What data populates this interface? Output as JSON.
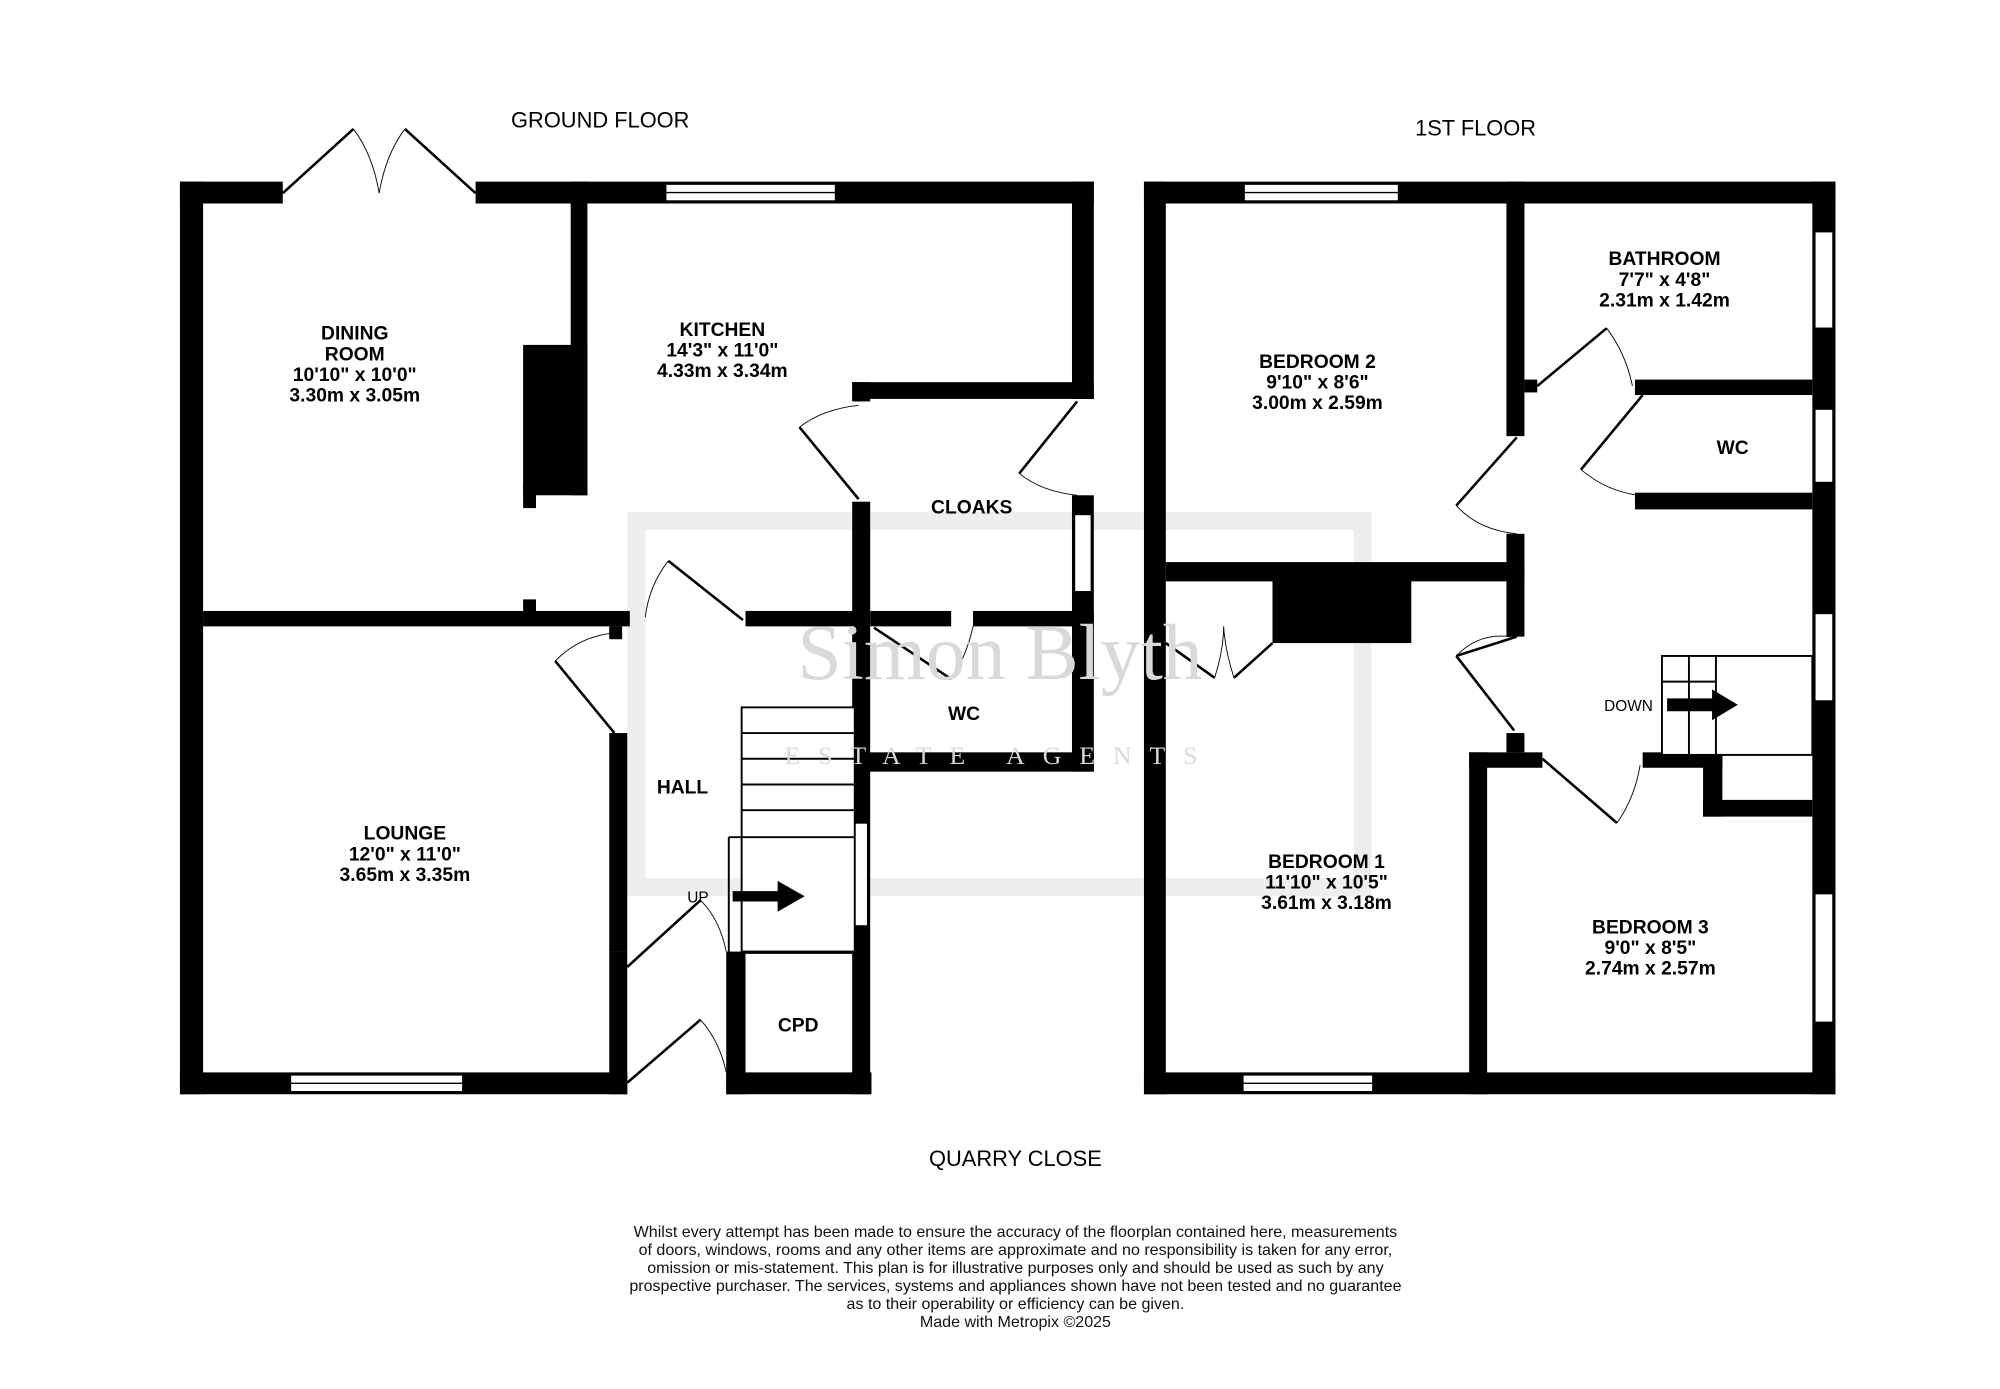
{
  "floors": {
    "ground": {
      "title": "GROUND FLOOR",
      "rooms": {
        "dining": {
          "name1": "DINING",
          "name2": "ROOM",
          "imperial": "10'10\"  x 10'0\"",
          "metric": "3.30m  x 3.05m"
        },
        "kitchen": {
          "name": "KITCHEN",
          "imperial": "14'3\"  x 11'0\"",
          "metric": "4.33m  x 3.34m"
        },
        "cloaks": {
          "name": "CLOAKS"
        },
        "wc": {
          "name": "WC"
        },
        "hall": {
          "name": "HALL"
        },
        "lounge": {
          "name": "LOUNGE",
          "imperial": "12'0\"  x 11'0\"",
          "metric": "3.65m  x 3.35m"
        },
        "cpd": {
          "name": "CPD"
        }
      },
      "stairs_label": "UP"
    },
    "first": {
      "title": "1ST FLOOR",
      "rooms": {
        "bedroom2": {
          "name": "BEDROOM 2",
          "imperial": "9'10\"  x 8'6\"",
          "metric": "3.00m  x 2.59m"
        },
        "bathroom": {
          "name": "BATHROOM",
          "imperial": "7'7\"  x 4'8\"",
          "metric": "2.31m  x 1.42m"
        },
        "wc": {
          "name": "WC"
        },
        "bedroom1": {
          "name": "BEDROOM 1",
          "imperial": "11'10\"  x 10'5\"",
          "metric": "3.61m  x 3.18m"
        },
        "bedroom3": {
          "name": "BEDROOM 3",
          "imperial": "9'0\"  x 8'5\"",
          "metric": "2.74m  x 2.57m"
        }
      },
      "stairs_label": "DOWN"
    }
  },
  "street": "QUARRY CLOSE",
  "watermark": {
    "line1": "Simon Blyth",
    "line2": "ESTATE AGENTS"
  },
  "disclaimer": [
    "Whilst every attempt has been made to ensure the accuracy of the floorplan contained here, measurements",
    "of doors, windows, rooms and any other items are approximate and no responsibility is taken for any error,",
    "omission or mis-statement. This plan is for illustrative purposes only and should be used as such by any",
    "prospective purchaser. The services, systems and appliances shown have not been tested and no guarantee",
    "as to their operability or efficiency can be given."
  ],
  "credit": "Made with Metropix ©2025"
}
